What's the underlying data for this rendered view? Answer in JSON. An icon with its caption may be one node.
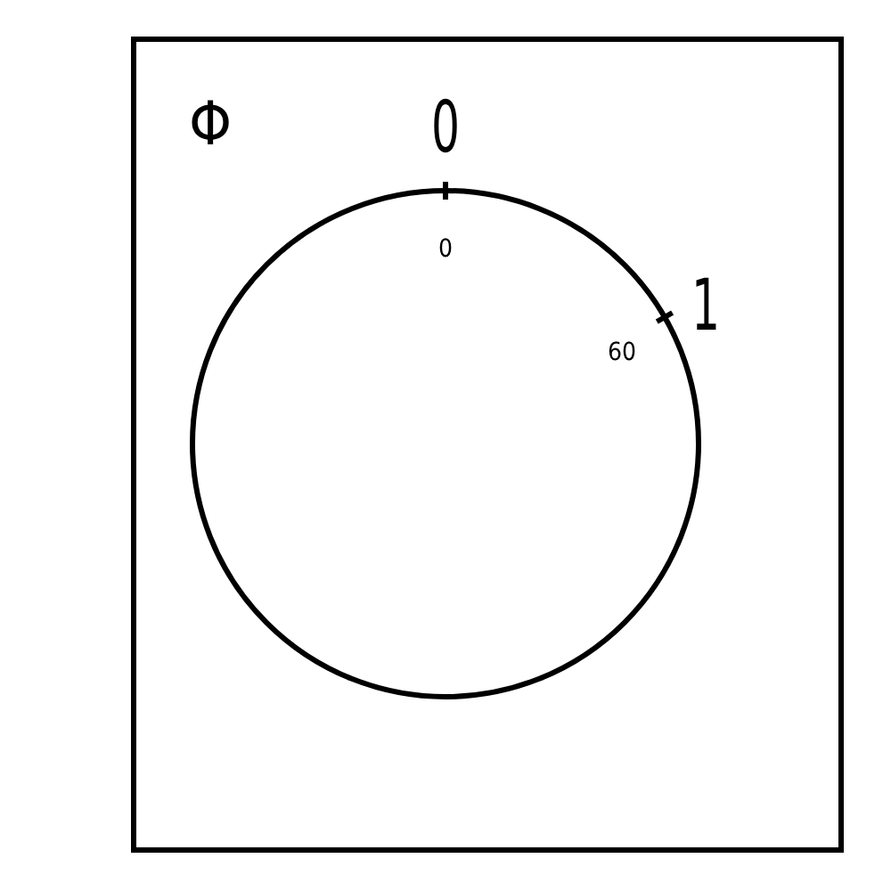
{
  "diagram": {
    "labels": [
      "Φ",
      "0",
      "1",
      "0",
      "60"
    ]
  }
}
